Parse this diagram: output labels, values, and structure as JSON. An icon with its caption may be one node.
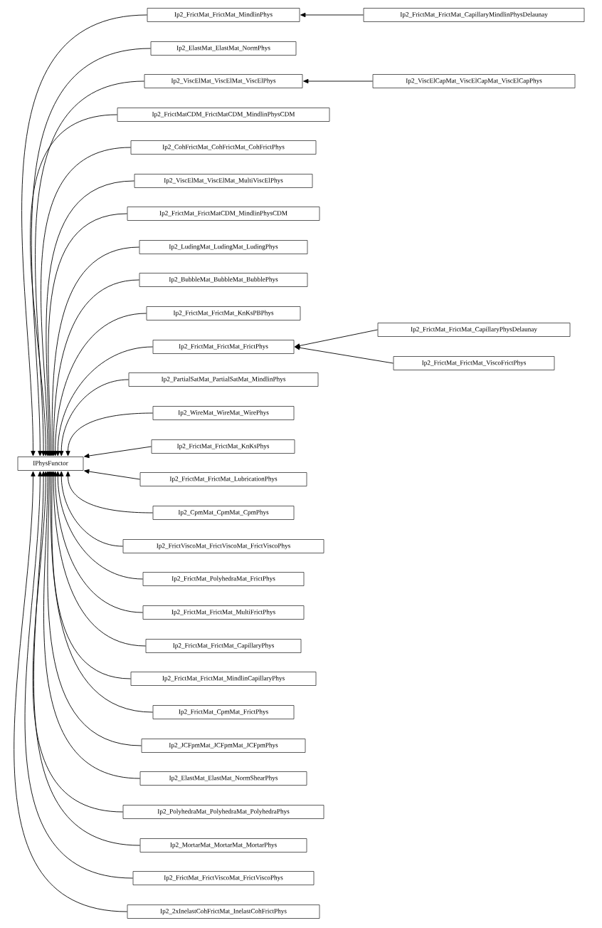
{
  "diagram": {
    "nodes": [
      {
        "text": [
          "IPhysFunctor"
        ]
      },
      {
        "text": [
          "Ip2_FrictMat_FrictMat_MindlinPhys"
        ]
      },
      {
        "text": [
          "Ip2_FrictMat_FrictMat_CapillaryMindlinPhysDelaunay"
        ]
      },
      {
        "text": [
          "Ip2_ElastMat_ElastMat_NormPhys"
        ]
      },
      {
        "text": [
          "Ip2_ViscElMat_ViscElMat_ViscElPhys"
        ]
      },
      {
        "text": [
          "Ip2_ViscElCapMat_ViscElCapMat_ViscElCapPhys"
        ]
      },
      {
        "text": [
          "Ip2_FrictMatCDM_FrictMatCDM_MindlinPhysCDM"
        ]
      },
      {
        "text": [
          "Ip2_CohFrictMat_CohFrictMat_CohFrictPhys"
        ]
      },
      {
        "text": [
          "Ip2_ViscElMat_ViscElMat_MultiViscElPhys"
        ]
      },
      {
        "text": [
          "Ip2_FrictMat_FrictMatCDM_MindlinPhysCDM"
        ]
      },
      {
        "text": [
          "Ip2_LudingMat_LudingMat_LudingPhys"
        ]
      },
      {
        "text": [
          "Ip2_BubbleMat_BubbleMat_BubblePhys"
        ]
      },
      {
        "text": [
          "Ip2_FrictMat_FrictMat_KnKsPBPhys"
        ]
      },
      {
        "text": [
          "Ip2_FrictMat_FrictMat_FrictPhys"
        ]
      },
      {
        "text": [
          "Ip2_FrictMat_FrictMat_CapillaryPhysDelaunay"
        ]
      },
      {
        "text": [
          "Ip2_FrictMat_FrictMat_ViscoFrictPhys"
        ]
      },
      {
        "text": [
          "Ip2_PartialSatMat_PartialSatMat_MindlinPhys"
        ]
      },
      {
        "text": [
          "Ip2_WireMat_WireMat_WirePhys"
        ]
      },
      {
        "text": [
          "Ip2_FrictMat_FrictMat_KnKsPhys"
        ]
      },
      {
        "text": [
          "Ip2_FrictMat_FrictMat_LubricationPhys"
        ]
      },
      {
        "text": [
          "Ip2_CpmMat_CpmMat_CpmPhys"
        ]
      },
      {
        "text": [
          "Ip2_FrictViscoMat_FrictViscoMat_FrictViscoPhys"
        ]
      },
      {
        "text": [
          "Ip2_FrictMat_PolyhedraMat_FrictPhys"
        ]
      },
      {
        "text": [
          "Ip2_FrictMat_FrictMat_MultiFrictPhys"
        ]
      },
      {
        "text": [
          "Ip2_FrictMat_FrictMat_CapillaryPhys"
        ]
      },
      {
        "text": [
          "Ip2_FrictMat_FrictMat_MindlinCapillaryPhys"
        ]
      },
      {
        "text": [
          "Ip2_FrictMat_CpmMat_FrictPhys"
        ]
      },
      {
        "text": [
          "Ip2_JCFpmMat_JCFpmMat_JCFpmPhys"
        ]
      },
      {
        "text": [
          "Ip2_ElastMat_ElastMat_NormShearPhys"
        ]
      },
      {
        "text": [
          "Ip2_PolyhedraMat_PolyhedraMat_PolyhedraPhys"
        ]
      },
      {
        "text": [
          "Ip2_MortarMat_MortarMat_MortarPhys"
        ]
      },
      {
        "text": [
          "Ip2_FrictMat_FrictViscoMat_FrictViscoPhys"
        ]
      },
      {
        "text": [
          "Ip2_2xInelastCohFrictMat_InelastCohFrictPhys"
        ]
      }
    ],
    "edges": [
      {
        "from": 1,
        "to": 0,
        "arrow": "to"
      },
      {
        "from": 2,
        "to": 1,
        "arrow": "to"
      },
      {
        "from": 3,
        "to": 0,
        "arrow": "to"
      },
      {
        "from": 4,
        "to": 0,
        "arrow": "to"
      },
      {
        "from": 5,
        "to": 4,
        "arrow": "to"
      },
      {
        "from": 6,
        "to": 0,
        "arrow": "to"
      },
      {
        "from": 7,
        "to": 0,
        "arrow": "to"
      },
      {
        "from": 8,
        "to": 0,
        "arrow": "to"
      },
      {
        "from": 9,
        "to": 0,
        "arrow": "to"
      },
      {
        "from": 10,
        "to": 0,
        "arrow": "to"
      },
      {
        "from": 11,
        "to": 0,
        "arrow": "to"
      },
      {
        "from": 12,
        "to": 0,
        "arrow": "to"
      },
      {
        "from": 13,
        "to": 0,
        "arrow": "to"
      },
      {
        "from": 14,
        "to": 13,
        "arrow": "to"
      },
      {
        "from": 15,
        "to": 13,
        "arrow": "to"
      },
      {
        "from": 16,
        "to": 0,
        "arrow": "to"
      },
      {
        "from": 17,
        "to": 0,
        "arrow": "to"
      },
      {
        "from": 18,
        "to": 0,
        "arrow": "to"
      },
      {
        "from": 19,
        "to": 0,
        "arrow": "to"
      },
      {
        "from": 20,
        "to": 0,
        "arrow": "to"
      },
      {
        "from": 21,
        "to": 0,
        "arrow": "to"
      },
      {
        "from": 22,
        "to": 0,
        "arrow": "to"
      },
      {
        "from": 23,
        "to": 0,
        "arrow": "to"
      },
      {
        "from": 24,
        "to": 0,
        "arrow": "to"
      },
      {
        "from": 25,
        "to": 0,
        "arrow": "to"
      },
      {
        "from": 26,
        "to": 0,
        "arrow": "to"
      },
      {
        "from": 27,
        "to": 0,
        "arrow": "to"
      },
      {
        "from": 28,
        "to": 0,
        "arrow": "to"
      },
      {
        "from": 29,
        "to": 0,
        "arrow": "to"
      },
      {
        "from": 30,
        "to": 0,
        "arrow": "to"
      },
      {
        "from": 31,
        "to": 0,
        "arrow": "to"
      },
      {
        "from": 32,
        "to": 0,
        "arrow": "to"
      }
    ]
  }
}
